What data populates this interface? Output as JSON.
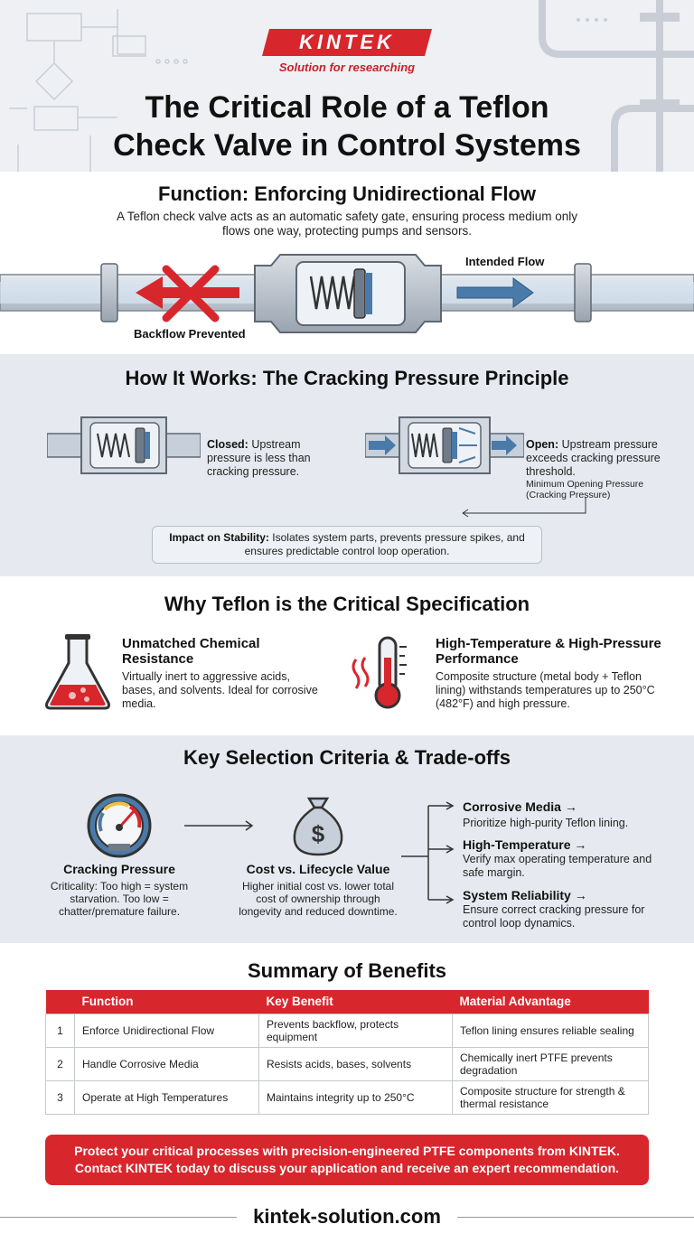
{
  "brand": {
    "name": "KINTEK",
    "tagline": "Solution for researching",
    "color": "#d8262d"
  },
  "title": {
    "line1": "The Critical Role of a Teflon",
    "line2": "Check Valve in Control Systems"
  },
  "function": {
    "title": "Function: Enforcing Unidirectional Flow",
    "description": "A Teflon check valve acts as an automatic safety gate, ensuring process medium only flows one way, protecting pumps and sensors.",
    "backflow_label": "Backflow Prevented",
    "intended_label": "Intended Flow"
  },
  "how": {
    "title": "How It Works: The Cracking Pressure Principle",
    "closed_bold": "Closed:",
    "closed_text": "Upstream pressure is less than cracking pressure.",
    "open_bold": "Open:",
    "open_text": "Upstream pressure exceeds cracking pressure threshold.",
    "min_pressure": "Minimum Opening Pressure (Cracking Pressure)",
    "impact_bold": "Impact on Stability:",
    "impact_text": "Isolates system parts, prevents pressure spikes, and ensures predictable control loop operation."
  },
  "why": {
    "title": "Why Teflon is the Critical Specification",
    "chem_title": "Unmatched Chemical Resistance",
    "chem_desc": "Virtually inert to aggressive acids, bases, and solvents. Ideal for corrosive media.",
    "temp_title": "High-Temperature & High-Pressure Performance",
    "temp_desc": "Composite structure (metal body + Teflon lining) withstands temperatures up to 250°C (482°F) and high pressure."
  },
  "criteria": {
    "title": "Key Selection Criteria & Trade-offs",
    "cracking_title": "Cracking Pressure",
    "cracking_desc": "Criticality: Too high = system starvation. Too low = chatter/premature failure.",
    "cost_title": "Cost vs. Lifecycle Value",
    "cost_desc": "Higher initial cost vs. lower total cost of ownership through longevity and reduced downtime.",
    "options": [
      {
        "title": "Corrosive Media →",
        "desc": "Prioritize high-purity Teflon lining."
      },
      {
        "title": "High-Temperature →",
        "desc": "Verify max operating temperature and safe margin."
      },
      {
        "title": "System Reliability →",
        "desc": "Ensure correct cracking pressure for control loop dynamics."
      }
    ]
  },
  "summary": {
    "title": "Summary of Benefits",
    "headers": [
      "",
      "Function",
      "Key Benefit",
      "Material Advantage"
    ],
    "rows": [
      {
        "num": "1",
        "function": "Enforce Unidirectional Flow",
        "benefit": "Prevents backflow, protects equipment",
        "advantage": "Teflon lining ensures reliable sealing"
      },
      {
        "num": "2",
        "function": "Handle Corrosive Media",
        "benefit": "Resists acids, bases, solvents",
        "advantage": "Chemically inert PTFE prevents degradation"
      },
      {
        "num": "3",
        "function": "Operate at High Temperatures",
        "benefit": "Maintains integrity up to 250°C",
        "advantage": "Composite structure for strength & thermal resistance"
      }
    ]
  },
  "cta": {
    "line1": "Protect your critical processes with precision-engineered PTFE components from KINTEK.",
    "line2": "Contact KINTEK today to discuss your application and receive an expert recommendation."
  },
  "footer": {
    "url": "kintek-solution.com"
  }
}
